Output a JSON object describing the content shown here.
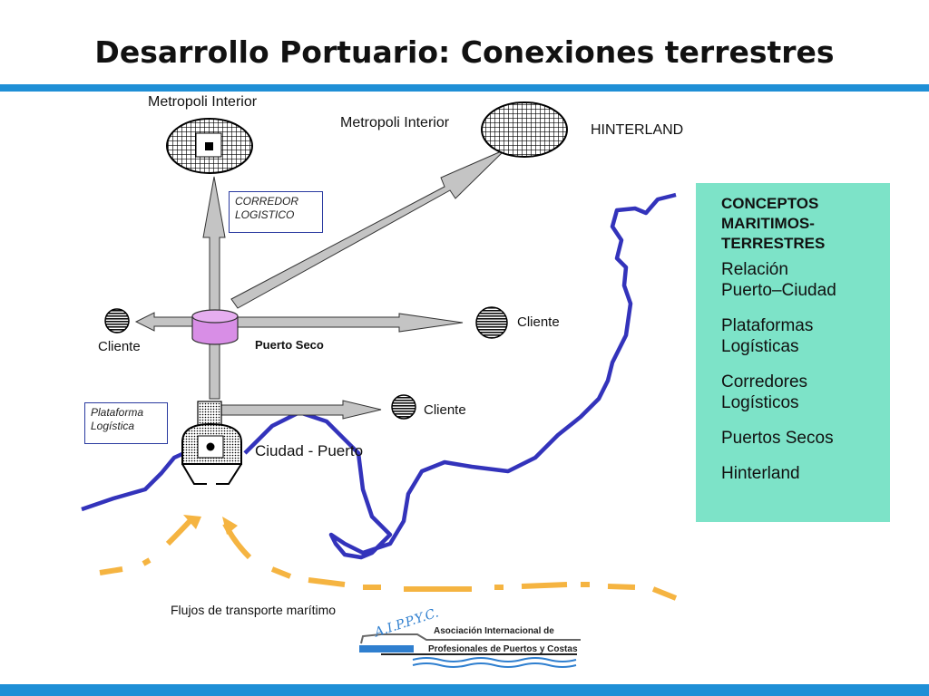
{
  "title": "Desarrollo Portuario: Conexiones terrestres",
  "labels": {
    "metropoli_left": "Metropoli Interior",
    "metropoli_right": "Metropoli Interior",
    "hinterland": "HINTERLAND",
    "corredor_line1": "CORREDOR",
    "corredor_line2": "LOGISTICO",
    "cliente_left": "Cliente",
    "cliente_right": "Cliente",
    "cliente_lower": "Cliente",
    "puerto_seco": "Puerto Seco",
    "plataforma_line1": "Plataforma",
    "plataforma_line2": "Logística",
    "ciudad_puerto": "Ciudad - Puerto",
    "flujos": "Flujos de transporte marítimo"
  },
  "concepts": {
    "title_line1": "CONCEPTOS",
    "title_line2": "MARITIMOS-",
    "title_line3": "TERRESTRES",
    "items": [
      [
        "Relación",
        "Puerto–Ciudad"
      ],
      [
        "Plataformas",
        "Logísticas"
      ],
      [
        "Corredores",
        "Logísticos"
      ],
      [
        "Puertos  Secos",
        ""
      ],
      [
        "Hinterland",
        ""
      ]
    ]
  },
  "logo": {
    "acronym": "A.I.P.P.Y.C.",
    "line1": "Asociación Internacional de",
    "line2": "Profesionales de Puertos y Costas"
  },
  "colors": {
    "accent_bar": "#1f8fd6",
    "river": "#3333bb",
    "flow_arrows": "#f5b441",
    "concepts_bg": "#7de3c8",
    "puerto_seco": "#d88ee6",
    "arrow_fill": "#c4c4c4"
  }
}
